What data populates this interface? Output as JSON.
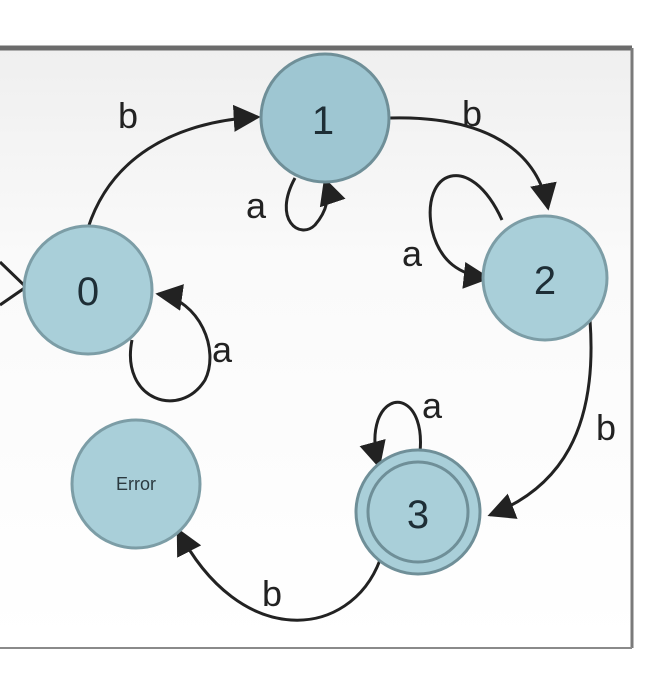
{
  "diagram": {
    "states": [
      {
        "id": "0",
        "label": "0",
        "accepting": false,
        "fill": "#a9cfd9"
      },
      {
        "id": "1",
        "label": "1",
        "accepting": false,
        "fill": "#9ec6d2"
      },
      {
        "id": "2",
        "label": "2",
        "accepting": false,
        "fill": "#a9cfd9"
      },
      {
        "id": "3",
        "label": "3",
        "accepting": true,
        "fill": "#a9cfd9"
      },
      {
        "id": "error",
        "label": "Error",
        "accepting": false,
        "fill": "#a9cfd9"
      }
    ],
    "transitions": [
      {
        "from": "0",
        "to": "1",
        "label": "b"
      },
      {
        "from": "1",
        "to": "2",
        "label": "b"
      },
      {
        "from": "2",
        "to": "3",
        "label": "b"
      },
      {
        "from": "3",
        "to": "error",
        "label": "b"
      },
      {
        "from": "0",
        "to": "0",
        "label": "a"
      },
      {
        "from": "1",
        "to": "1",
        "label": "a"
      },
      {
        "from": "2",
        "to": "2",
        "label": "a"
      },
      {
        "from": "3",
        "to": "3",
        "label": "a"
      }
    ],
    "colors": {
      "stroke": "#222222",
      "frame": "#6b6b6b",
      "background": "#f6f6f6"
    }
  }
}
